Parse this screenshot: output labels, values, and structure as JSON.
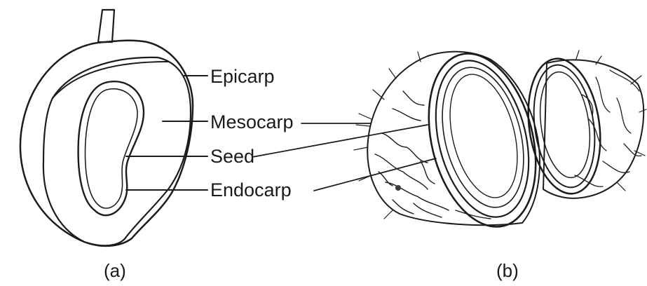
{
  "figure_a": {
    "caption": "(a)",
    "labels": {
      "epicarp": "Epicarp",
      "mesocarp": "Mesocarp",
      "seed": "Seed",
      "endocarp": "Endocarp"
    }
  },
  "figure_b": {
    "caption": "(b)"
  },
  "colors": {
    "ink": "#1c1c1c",
    "stipple_light": "#e3e3e3",
    "stipple_dark": "#9a9a9a",
    "background": "#ffffff"
  }
}
